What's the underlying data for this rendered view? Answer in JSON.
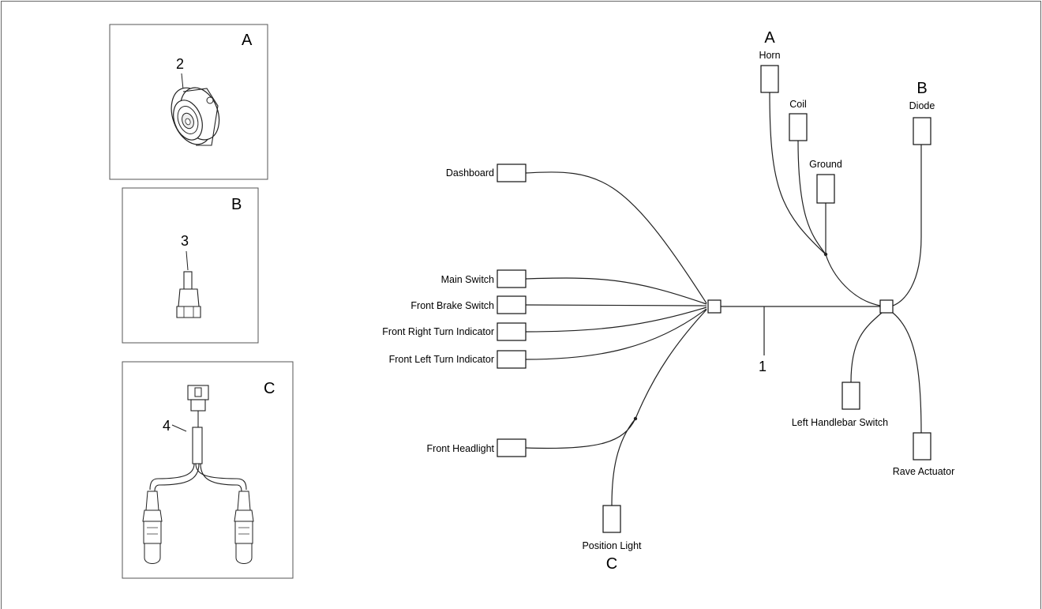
{
  "panels": {
    "a": {
      "letter": "A",
      "number": "2"
    },
    "b": {
      "letter": "B",
      "number": "3"
    },
    "c": {
      "letter": "C",
      "number": "4"
    }
  },
  "harness": {
    "main_number": "1",
    "left_connectors": {
      "dashboard": "Dashboard",
      "main_switch": "Main Switch",
      "front_brake_switch": "Front Brake Switch",
      "front_right_turn": "Front Right Turn Indicator",
      "front_left_turn": "Front Left Turn Indicator",
      "front_headlight": "Front Headlight"
    },
    "position_light": {
      "label": "Position Light",
      "letter": "C"
    },
    "top_group": {
      "letter_a": "A",
      "horn": "Horn",
      "coil": "Coil",
      "ground": "Ground",
      "letter_b": "B",
      "diode": "Diode"
    },
    "right_connectors": {
      "left_handlebar_switch": "Left Handlebar Switch",
      "rave_actuator": "Rave Actuator"
    }
  }
}
